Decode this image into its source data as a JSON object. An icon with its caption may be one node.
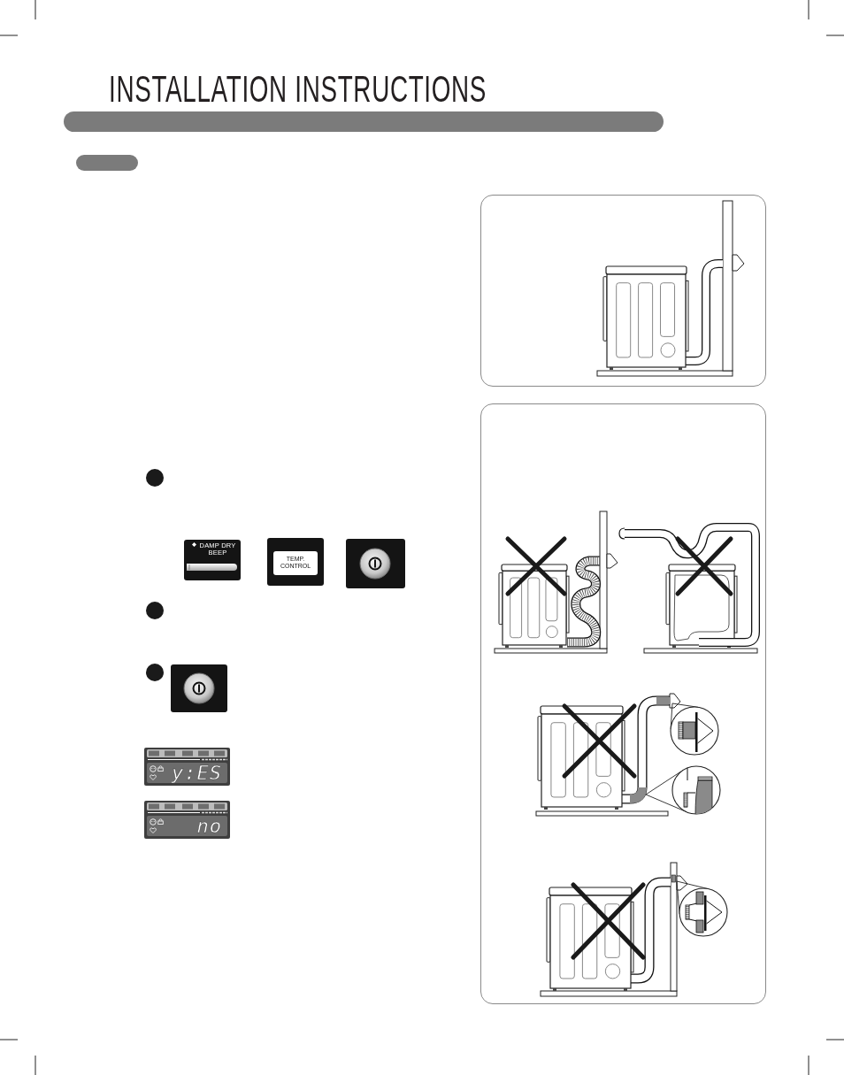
{
  "diagram": {
    "title": "INSTALLATION INSTRUCTIONS",
    "labels": [
      "DAMP DRY BEEP",
      "TEMP. CONTROL",
      "y:ES",
      "no"
    ]
  }
}
